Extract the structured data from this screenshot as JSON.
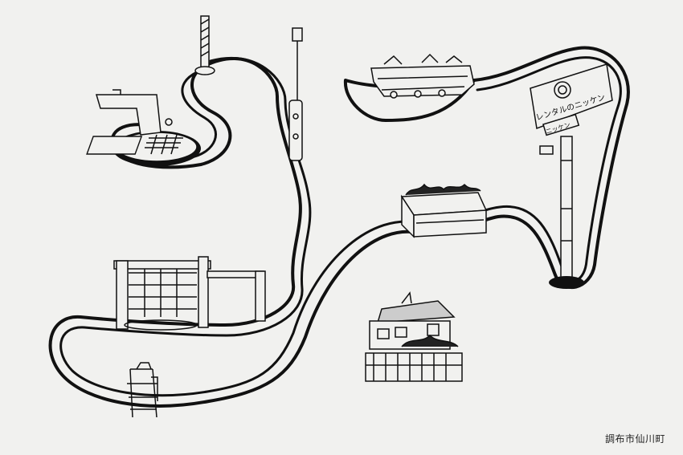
{
  "sign": {
    "main_text": "レンタルのニッケン",
    "sub_text": "ニッケン"
  },
  "caption": "調布市仙川町",
  "colors": {
    "paper": "#f1f1ef",
    "ink": "#111111"
  },
  "icons": [
    "drinking-fountain",
    "barber-pole",
    "parking-gate-post",
    "rail-vehicle",
    "rental-sign",
    "planter-box",
    "play-net-structure",
    "house",
    "lifeguard-chair"
  ]
}
